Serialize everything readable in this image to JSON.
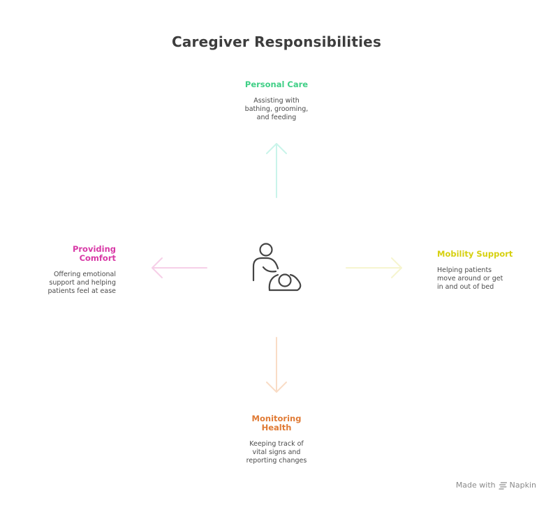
{
  "title": "Caregiver Responsibilities",
  "nodes": {
    "top": {
      "title": "Personal Care",
      "desc": [
        "Assisting with",
        "bathing, grooming,",
        "and feeding"
      ],
      "color": "#3fcf86",
      "arrow_color": "#c9f4ea"
    },
    "right": {
      "title": "Mobility Support",
      "desc": [
        "Helping patients",
        "move around or get",
        "in and out of bed"
      ],
      "color": "#d6d00f",
      "arrow_color": "#f6f5cf"
    },
    "bottom": {
      "title": [
        "Monitoring",
        "Health"
      ],
      "desc": [
        "Keeping track of",
        "vital signs and",
        "reporting changes"
      ],
      "color": "#e07a34",
      "arrow_color": "#f9dcc6"
    },
    "left": {
      "title": [
        "Providing",
        "Comfort"
      ],
      "desc": [
        "Offering emotional",
        "support and helping",
        "patients feel at ease"
      ],
      "color": "#d838a6",
      "arrow_color": "#f6cfe8"
    }
  },
  "center_icon": "caregiver-with-patient-icon",
  "footer": {
    "made_with": "Made with",
    "brand": "Napkin",
    "logo_icon": "napkin-logo-icon"
  }
}
